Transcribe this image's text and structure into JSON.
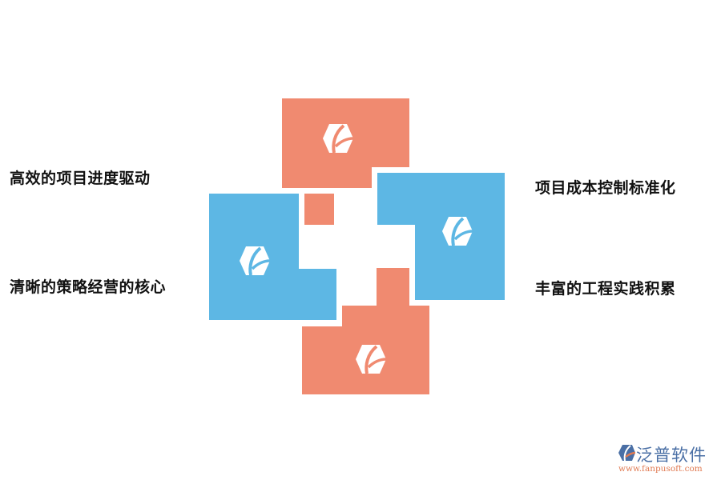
{
  "diagram": {
    "labels": {
      "top_left": "高效的项目进度驱动",
      "bottom_left": "清晰的策略经营的核心",
      "top_right": "项目成本控制标准化",
      "bottom_right": "丰富的工程实践积累"
    },
    "colors": {
      "salmon": "#f08a70",
      "blue": "#5db7e4",
      "text": "#111111"
    },
    "icons": [
      "hexagon-leaf-icon",
      "hexagon-leaf-icon",
      "hexagon-leaf-icon",
      "hexagon-leaf-icon"
    ]
  },
  "watermark": {
    "name": "泛普软件",
    "url": "www.fanpusoft.com"
  }
}
